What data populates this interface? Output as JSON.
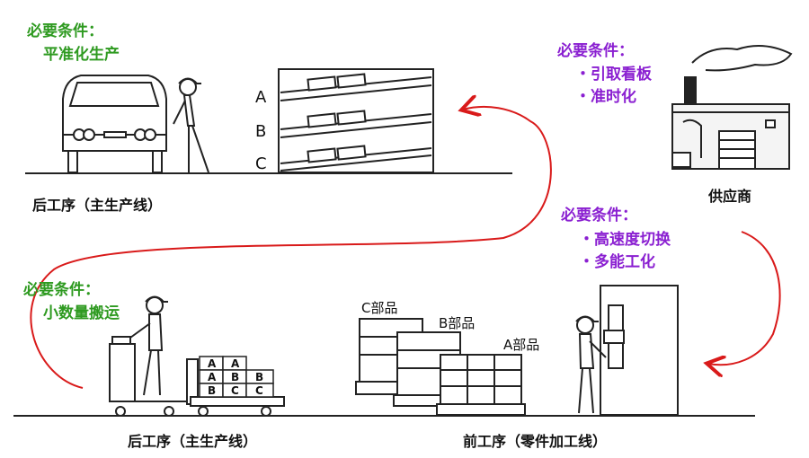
{
  "top_left": {
    "condition_title": "必要条件：",
    "condition_item": "平准化生产",
    "caption": "后工序（主生产线）",
    "lanes": [
      "A",
      "B",
      "C"
    ]
  },
  "supplier": {
    "condition_title": "必要条件：",
    "items": [
      "・引取看板",
      "・准时化"
    ],
    "caption": "供应商"
  },
  "front_process": {
    "condition_title": "必要条件：",
    "items": [
      "・高速度切换",
      "・多能工化"
    ],
    "caption": "前工序（零件加工线）",
    "parts": [
      "C部品",
      "B部品",
      "A部品"
    ]
  },
  "bottom_left": {
    "condition_title": "必要条件：",
    "condition_item": "小数量搬运",
    "caption": "后工序（主生产线）",
    "crates": [
      "A",
      "A",
      "A",
      "B",
      "B",
      "B",
      "C",
      "C"
    ]
  },
  "colors": {
    "green": "#2e9a20",
    "purple": "#8a1fd1",
    "arrow": "#d91a1a"
  }
}
